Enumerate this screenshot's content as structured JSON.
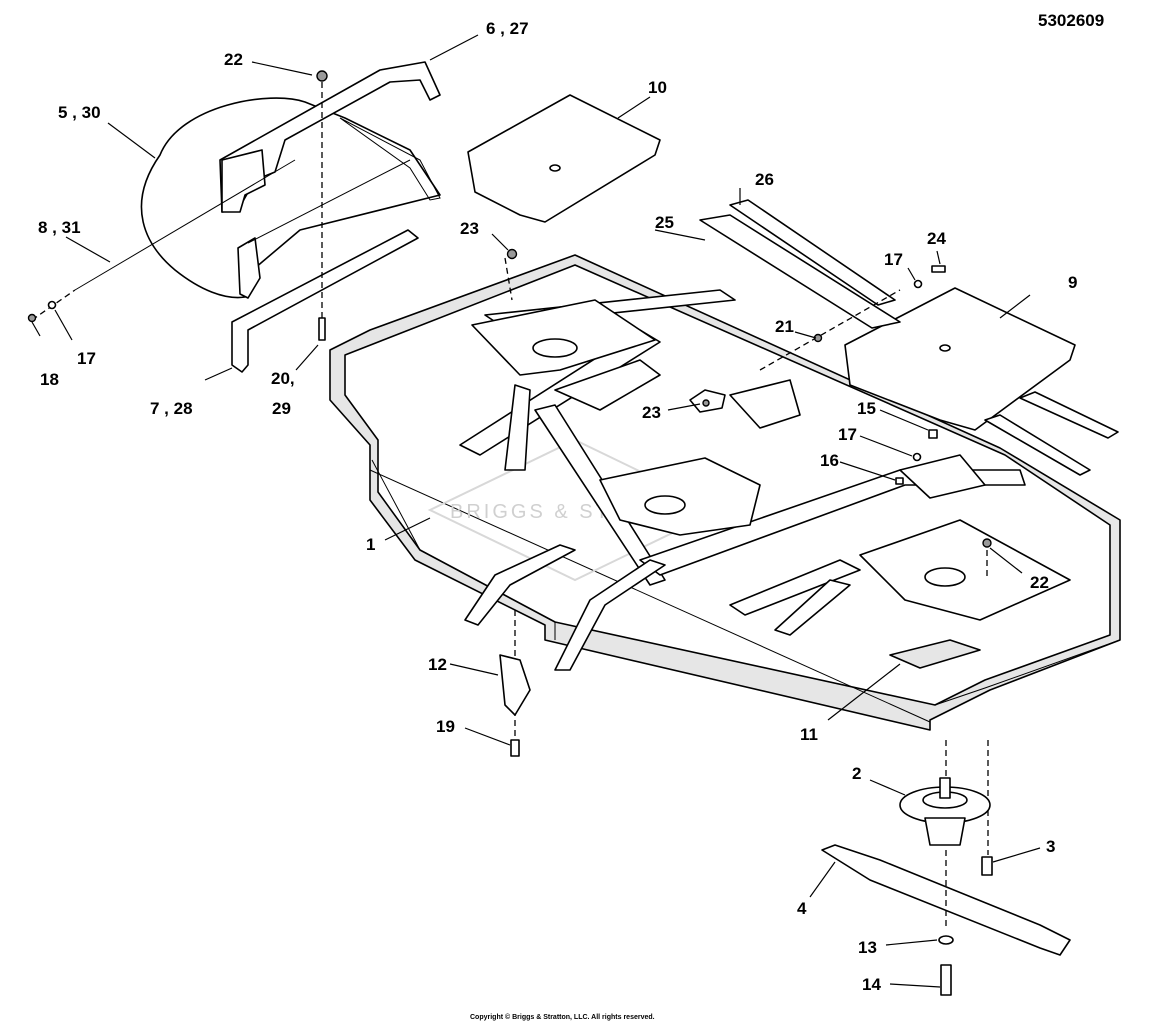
{
  "document": {
    "drawing_number": "5302609",
    "copyright": "Copyright © Briggs & Stratton, LLC. All rights reserved.",
    "watermark": "BRIGGS & STRATTON"
  },
  "callouts": {
    "c1": "1",
    "c2": "2",
    "c3": "3",
    "c4": "4",
    "c5": "5 , 30",
    "c6": "6 , 27",
    "c7": "7 , 28",
    "c8": "8 , 31",
    "c9": "9",
    "c10": "10",
    "c11": "11",
    "c12": "12",
    "c13": "13",
    "c14": "14",
    "c15": "15",
    "c16": "16",
    "c17a": "17",
    "c17b": "17",
    "c17c": "17",
    "c18": "18",
    "c19": "19",
    "c20a": "20,",
    "c20b": "29",
    "c21": "21",
    "c22a": "22",
    "c22b": "22",
    "c23a": "23",
    "c23b": "23",
    "c24": "24",
    "c25": "25",
    "c26": "26"
  }
}
